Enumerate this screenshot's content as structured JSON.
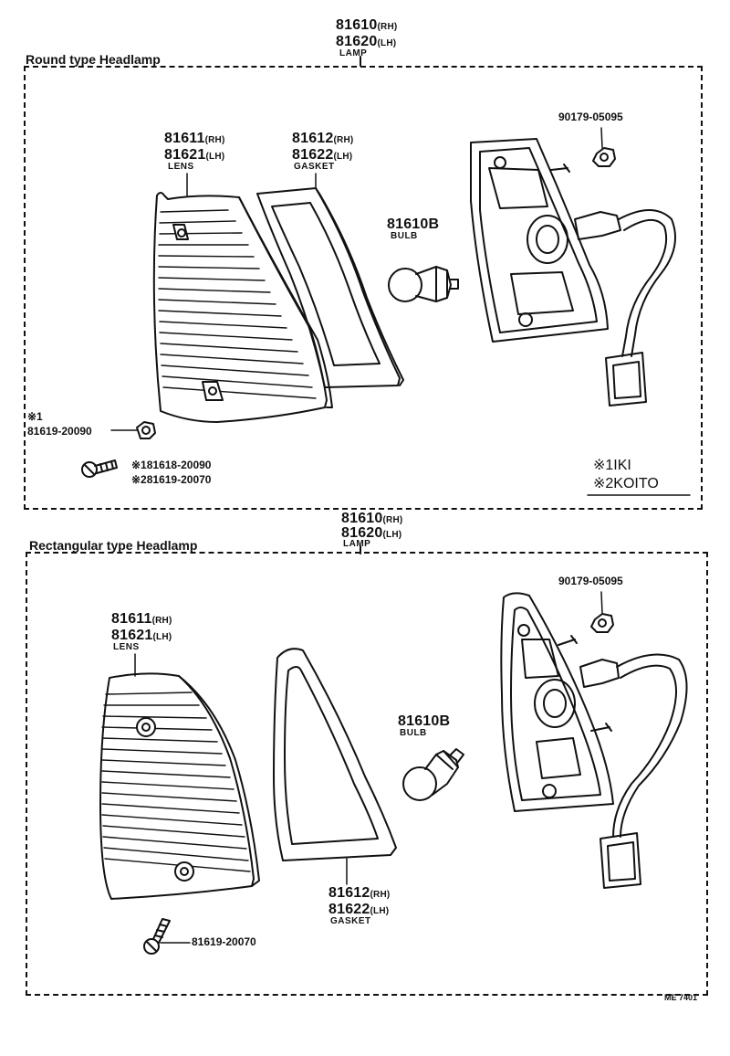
{
  "top": {
    "section_title": "Round type Headlamp",
    "lamp": {
      "rh": "81610",
      "rh_tag": "(RH)",
      "lh": "81620",
      "lh_tag": "(LH)",
      "desc": "LAMP"
    },
    "lens": {
      "rh": "81611",
      "rh_tag": "(RH)",
      "lh": "81621",
      "lh_tag": "(LH)",
      "desc": "LENS"
    },
    "gasket": {
      "rh": "81612",
      "rh_tag": "(RH)",
      "lh": "81622",
      "lh_tag": "(LH)",
      "desc": "GASKET"
    },
    "bulb": {
      "pn": "81610B",
      "desc": "BULB"
    },
    "nut": "90179-05095",
    "marker1": "※1",
    "lens_nut": "81619-20090",
    "screw1": "※181618-20090",
    "screw2": "※281619-20070",
    "note1": "※1IKI",
    "note2": "※2KOITO"
  },
  "bottom": {
    "section_title": "Rectangular type Headlamp",
    "lamp": {
      "rh": "81610",
      "rh_tag": "(RH)",
      "lh": "81620",
      "lh_tag": "(LH)",
      "desc": "LAMP"
    },
    "lens": {
      "rh": "81611",
      "rh_tag": "(RH)",
      "lh": "81621",
      "lh_tag": "(LH)",
      "desc": "LENS"
    },
    "gasket": {
      "rh": "81612",
      "rh_tag": "(RH)",
      "lh": "81622",
      "lh_tag": "(LH)",
      "desc": "GASKET"
    },
    "bulb": {
      "pn": "81610B",
      "desc": "BULB"
    },
    "nut": "90179-05095",
    "screw": "81619-20070"
  },
  "figure_id": "ME 7401"
}
